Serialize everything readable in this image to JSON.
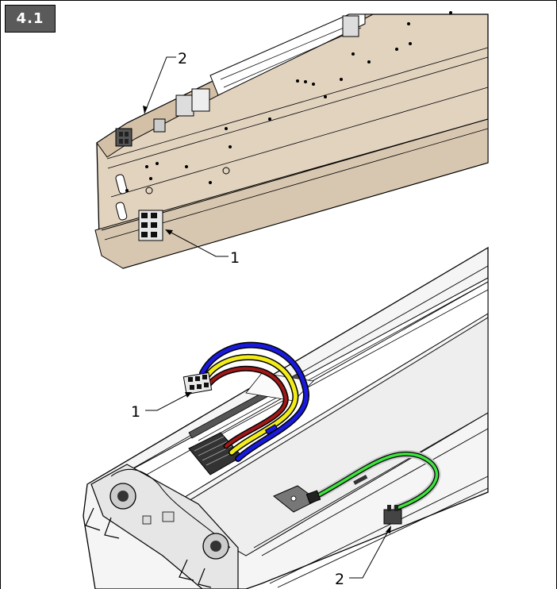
{
  "figure": {
    "step_label": "4.1",
    "callouts": {
      "top_1": "1",
      "top_2": "2",
      "bottom_1": "1",
      "bottom_2": "2"
    }
  },
  "colors": {
    "rail": "#e2d3bf",
    "rail_shadow": "#cbb89f",
    "housing": "#f4f4f4",
    "wire_blue": "#1a1adc",
    "wire_yellow": "#f2ec1a",
    "wire_red": "#a01818",
    "wire_green": "#3ee23e",
    "wire_grey": "#c8c8c8"
  }
}
